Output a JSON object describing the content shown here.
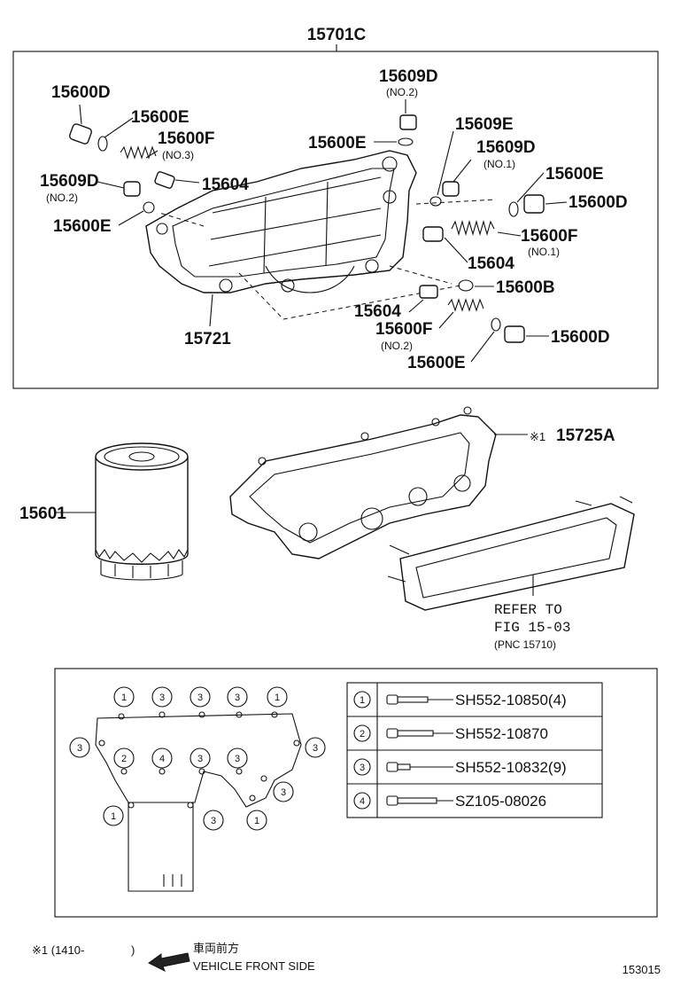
{
  "assembly": {
    "number": "15701C"
  },
  "parts": {
    "p15600D_a": "15600D",
    "p15600E_a": "15600E",
    "p15600F_a": "15600F",
    "p15600F_a_note": "(NO.3)",
    "p15609D_a": "15609D",
    "p15609D_a_note": "(NO.2)",
    "p15600E_b": "15600E",
    "p15604_a": "15604",
    "p15609D_b": "15609D",
    "p15609D_b_note": "(NO.2)",
    "p15600E_c": "15600E",
    "p15609E": "15609E",
    "p15609D_c": "15609D",
    "p15609D_c_note": "(NO.1)",
    "p15600E_d": "15600E",
    "p15600D_b": "15600D",
    "p15600F_b": "15600F",
    "p15600F_b_note": "(NO.1)",
    "p15604_b": "15604",
    "p15600B": "15600B",
    "p15604_c": "15604",
    "p15600F_c": "15600F",
    "p15600F_c_note": "(NO.2)",
    "p15600D_c": "15600D",
    "p15600E_e": "15600E",
    "p15721": "15721",
    "p15601": "15601",
    "p15725A": "15725A",
    "p15725A_mark": "※1"
  },
  "refer": {
    "line1": "REFER TO",
    "line2": "FIG 15-03",
    "line3": "(PNC 15710)"
  },
  "bolt_legend": [
    {
      "num": "1",
      "part": "SH552-10850(4)"
    },
    {
      "num": "2",
      "part": "SH552-10870"
    },
    {
      "num": "3",
      "part": "SH552-10832(9)"
    },
    {
      "num": "4",
      "part": "SZ105-08026"
    }
  ],
  "bolt_callouts": [
    "1",
    "3",
    "3",
    "3",
    "1",
    "3",
    "2",
    "4",
    "3",
    "3",
    "3",
    "3",
    "1",
    "3",
    "1"
  ],
  "footnote": {
    "mark": "※1 (1410-",
    "close": ")",
    "jp": "車両前方",
    "en": "VEHICLE FRONT SIDE"
  },
  "figure_number": "153015"
}
